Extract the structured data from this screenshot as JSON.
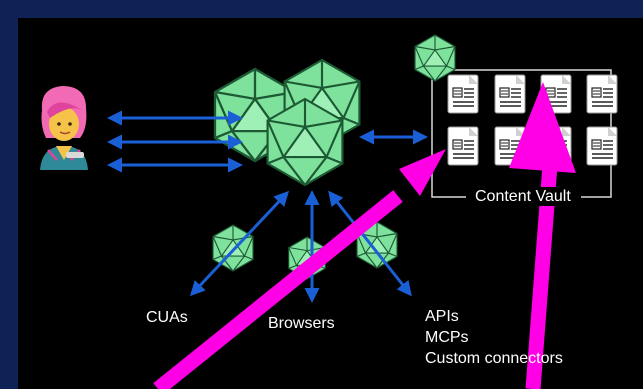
{
  "diagram": {
    "vault_label": "Content Vault",
    "bottom_labels": {
      "cuas": "CUAs",
      "browsers": "Browsers",
      "apis": "APIs",
      "mcps": "MCPs",
      "custom": "Custom connectors"
    },
    "colors": {
      "background": "#000000",
      "frame": "#0f2256",
      "node_fill": "#7ee29d",
      "arrow": "#1a5fd6",
      "highlight_arrow": "#ff00e6",
      "vault_border": "#d9d9d9"
    },
    "icons": [
      "user-avatar-icon",
      "icosahedron-node-icon",
      "document-icon"
    ]
  }
}
